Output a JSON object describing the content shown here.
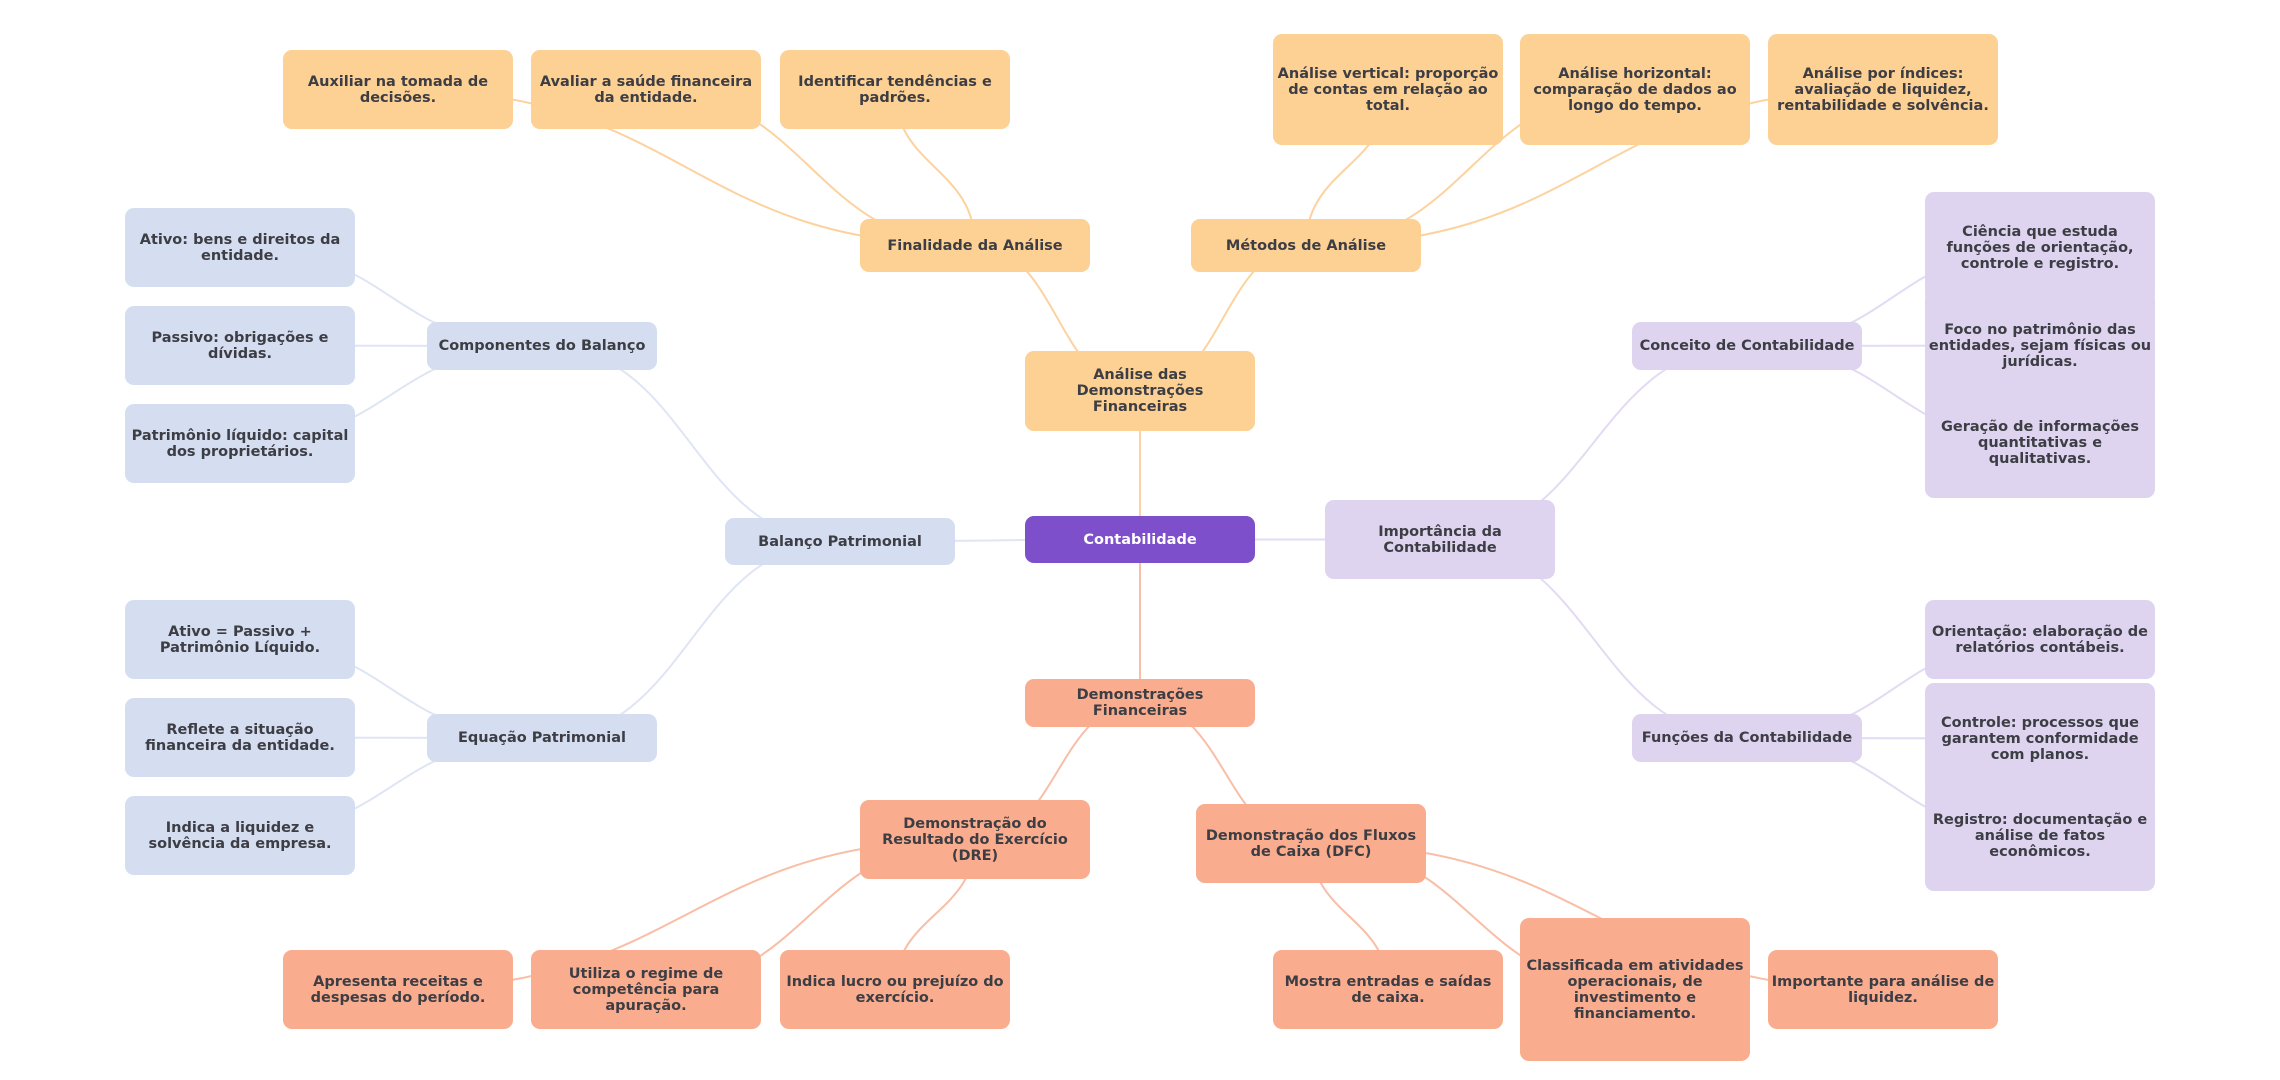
{
  "colors": {
    "root": "#7e4fcb",
    "analysis_branch": "#fdd093",
    "analysis_link": "#fcd3a0",
    "statements_branch": "#f9ad8e",
    "statements_link": "#f8bea6",
    "balance_branch": "#d5ddf1",
    "balance_link": "#dfe5f5",
    "importance_branch": "#ded4f0",
    "importance_link": "#e3dbf3",
    "text": "#3d3d44",
    "root_text": "#ffffff"
  },
  "mindmap": {
    "root": "Contabilidade",
    "analise": {
      "label": "Análise das Demonstrações Financeiras",
      "finalidade": {
        "label": "Finalidade da Análise",
        "items": [
          "Auxiliar na tomada de decisões.",
          "Avaliar a saúde financeira da entidade.",
          "Identificar tendências e padrões."
        ]
      },
      "metodos": {
        "label": "Métodos de Análise",
        "items": [
          "Análise vertical: proporção de contas em relação ao total.",
          "Análise horizontal: comparação de dados ao longo do tempo.",
          "Análise por índices: avaliação de liquidez, rentabilidade e solvência."
        ]
      }
    },
    "balanco": {
      "label": "Balanço Patrimonial",
      "componentes": {
        "label": "Componentes do Balanço",
        "items": [
          "Ativo: bens e direitos da entidade.",
          "Passivo: obrigações e dívidas.",
          "Patrimônio líquido: capital dos proprietários."
        ]
      },
      "equacao": {
        "label": "Equação Patrimonial",
        "items": [
          "Ativo = Passivo + Patrimônio Líquido.",
          "Reflete a situação financeira da entidade.",
          "Indica a liquidez e solvência da empresa."
        ]
      }
    },
    "importancia": {
      "label": "Importância da Contabilidade",
      "conceito": {
        "label": "Conceito de Contabilidade",
        "items": [
          "Ciência que estuda funções de orientação, controle e registro.",
          "Foco no patrimônio das entidades, sejam físicas ou jurídicas.",
          "Geração de informações quantitativas e qualitativas."
        ]
      },
      "funcoes": {
        "label": "Funções da Contabilidade",
        "items": [
          "Orientação: elaboração de relatórios contábeis.",
          "Controle: processos que garantem conformidade com planos.",
          "Registro: documentação e análise de fatos econômicos."
        ]
      }
    },
    "demonstracoes": {
      "label": "Demonstrações Financeiras",
      "dre": {
        "label": "Demonstração do Resultado do Exercício (DRE)",
        "items": [
          "Apresenta receitas e despesas do período.",
          "Utiliza o regime de competência para apuração.",
          "Indica lucro ou prejuízo do exercício."
        ]
      },
      "dfc": {
        "label": "Demonstração dos Fluxos de Caixa (DFC)",
        "items": [
          "Mostra entradas e saídas de caixa.",
          "Classificada em atividades operacionais, de investimento e financiamento.",
          "Importante para análise de liquidez."
        ]
      }
    }
  }
}
